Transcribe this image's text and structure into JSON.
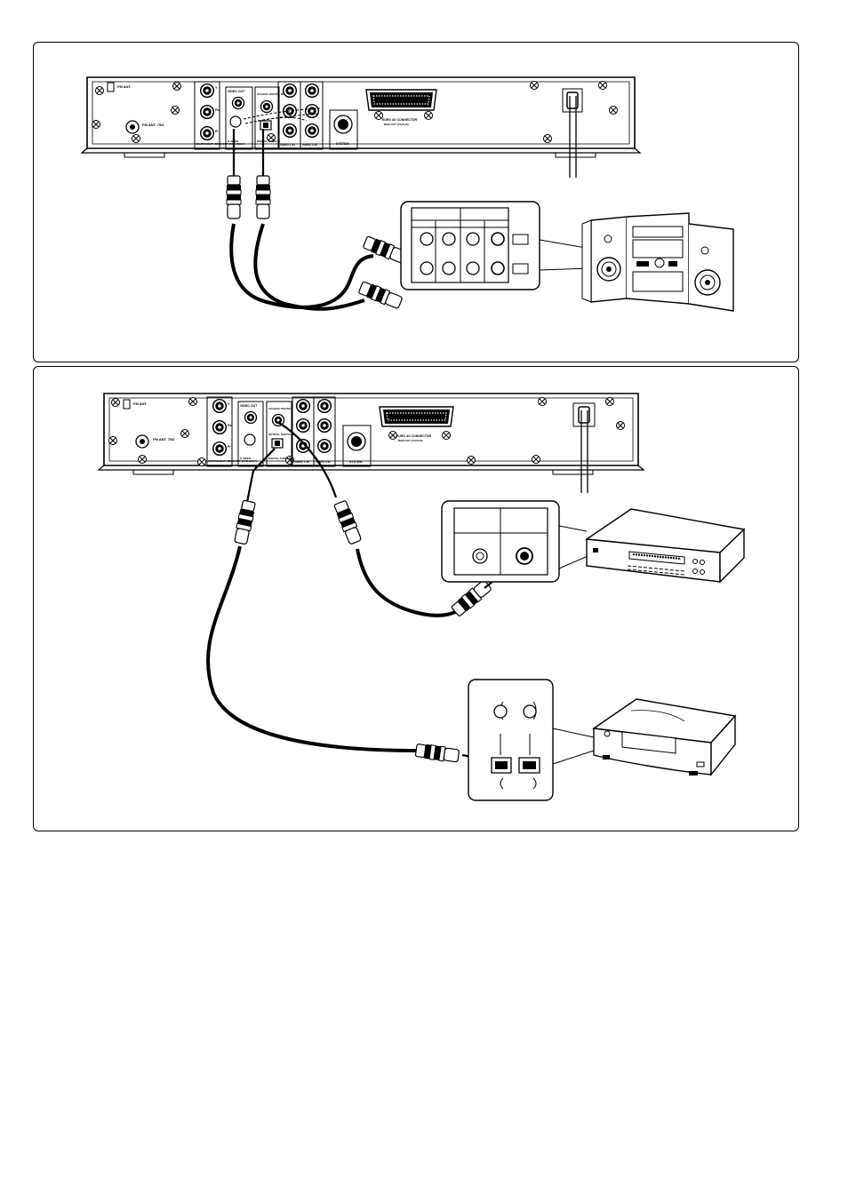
{
  "unit_labels": {
    "fm_ant": "FM ANT.",
    "fm_ant_75": "FM ANT. 75Ω",
    "video_out": "VIDEO OUT",
    "s_video": "S VIDEO",
    "coaxial_digital_in": "COAXIAL DIGITAL IN",
    "coaxial_digital_in_short": "COAXIAL DIGITAL",
    "optical_digital_in": "OPTICAL DIGITAL IN",
    "digital_audio_in": "DIGITAL AUDIO IN",
    "component_video_out": "COMPONENT VIDEO OUT (DVD ONLY)",
    "video_1_in": "VIDEO 1 IN",
    "video_2_in": "VIDEO 2 IN",
    "video": "VIDEO",
    "audio": "AUDIO",
    "euro_av": "EURO AV CONNECTOR",
    "euro_av_sub": "RGB OUT (TV/AUX)",
    "system": "SYSTEM",
    "y": "Y",
    "pb": "Pb",
    "pr": "Pr"
  }
}
